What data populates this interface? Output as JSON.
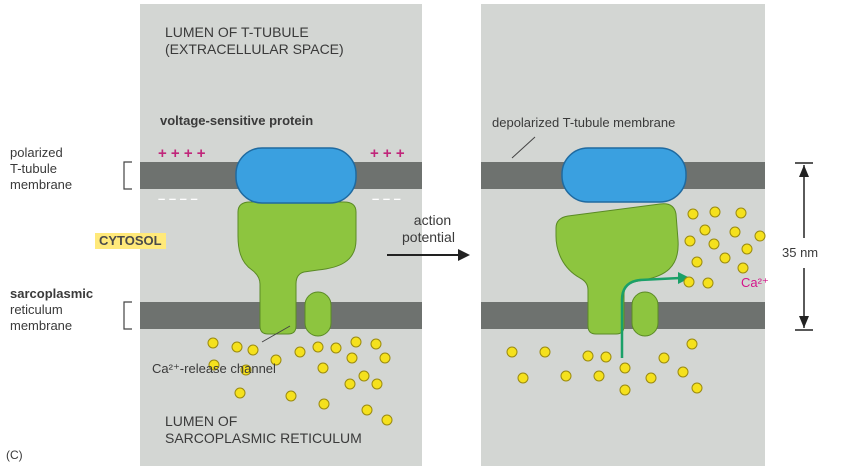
{
  "figure_label": "(C)",
  "left_panel": {
    "lumen_t_tubule": [
      "LUMEN OF T-TUBULE",
      "(EXTRACELLULAR SPACE)"
    ],
    "voltage_sensor_label": "voltage-sensitive protein",
    "polarized_membrane_label": [
      "polarized",
      "T-tubule",
      "membrane"
    ],
    "cytosol_label": "CYTOSOL",
    "sr_membrane_label": [
      "sarcoplasmic",
      "reticulum",
      "membrane"
    ],
    "release_channel_label": "Ca²⁺-release channel",
    "lumen_sr": [
      "LUMEN OF",
      "SARCOPLASMIC RETICULUM"
    ],
    "plus_charges_left": "+ + + +",
    "plus_charges_right": "+ + +",
    "minus_charges_left": "– – – –",
    "minus_charges_right": "– – –"
  },
  "arrow_label": [
    "action",
    "potential"
  ],
  "right_panel": {
    "depolarized_label": "depolarized T-tubule membrane",
    "calcium_label": "Ca²⁺",
    "distance_label": "35 nm"
  },
  "colors": {
    "panel": "#d3d6d3",
    "membrane": "#6e726f",
    "voltage_sensor": "#3aa0e0",
    "release_channel": "#8dc53f",
    "calcium": "#f5e11d",
    "plus_sign": "#c0267a",
    "minus_sign": "#ffffff",
    "cytosol_highlight": "#ffe97a",
    "flow_arrow": "#1aa068",
    "calcium_text": "#d4148a"
  },
  "icons": [
    "voltage-sensor-shape",
    "release-channel-shape",
    "calcium-ion-dot",
    "flow-arrow",
    "dimension-arrow"
  ]
}
